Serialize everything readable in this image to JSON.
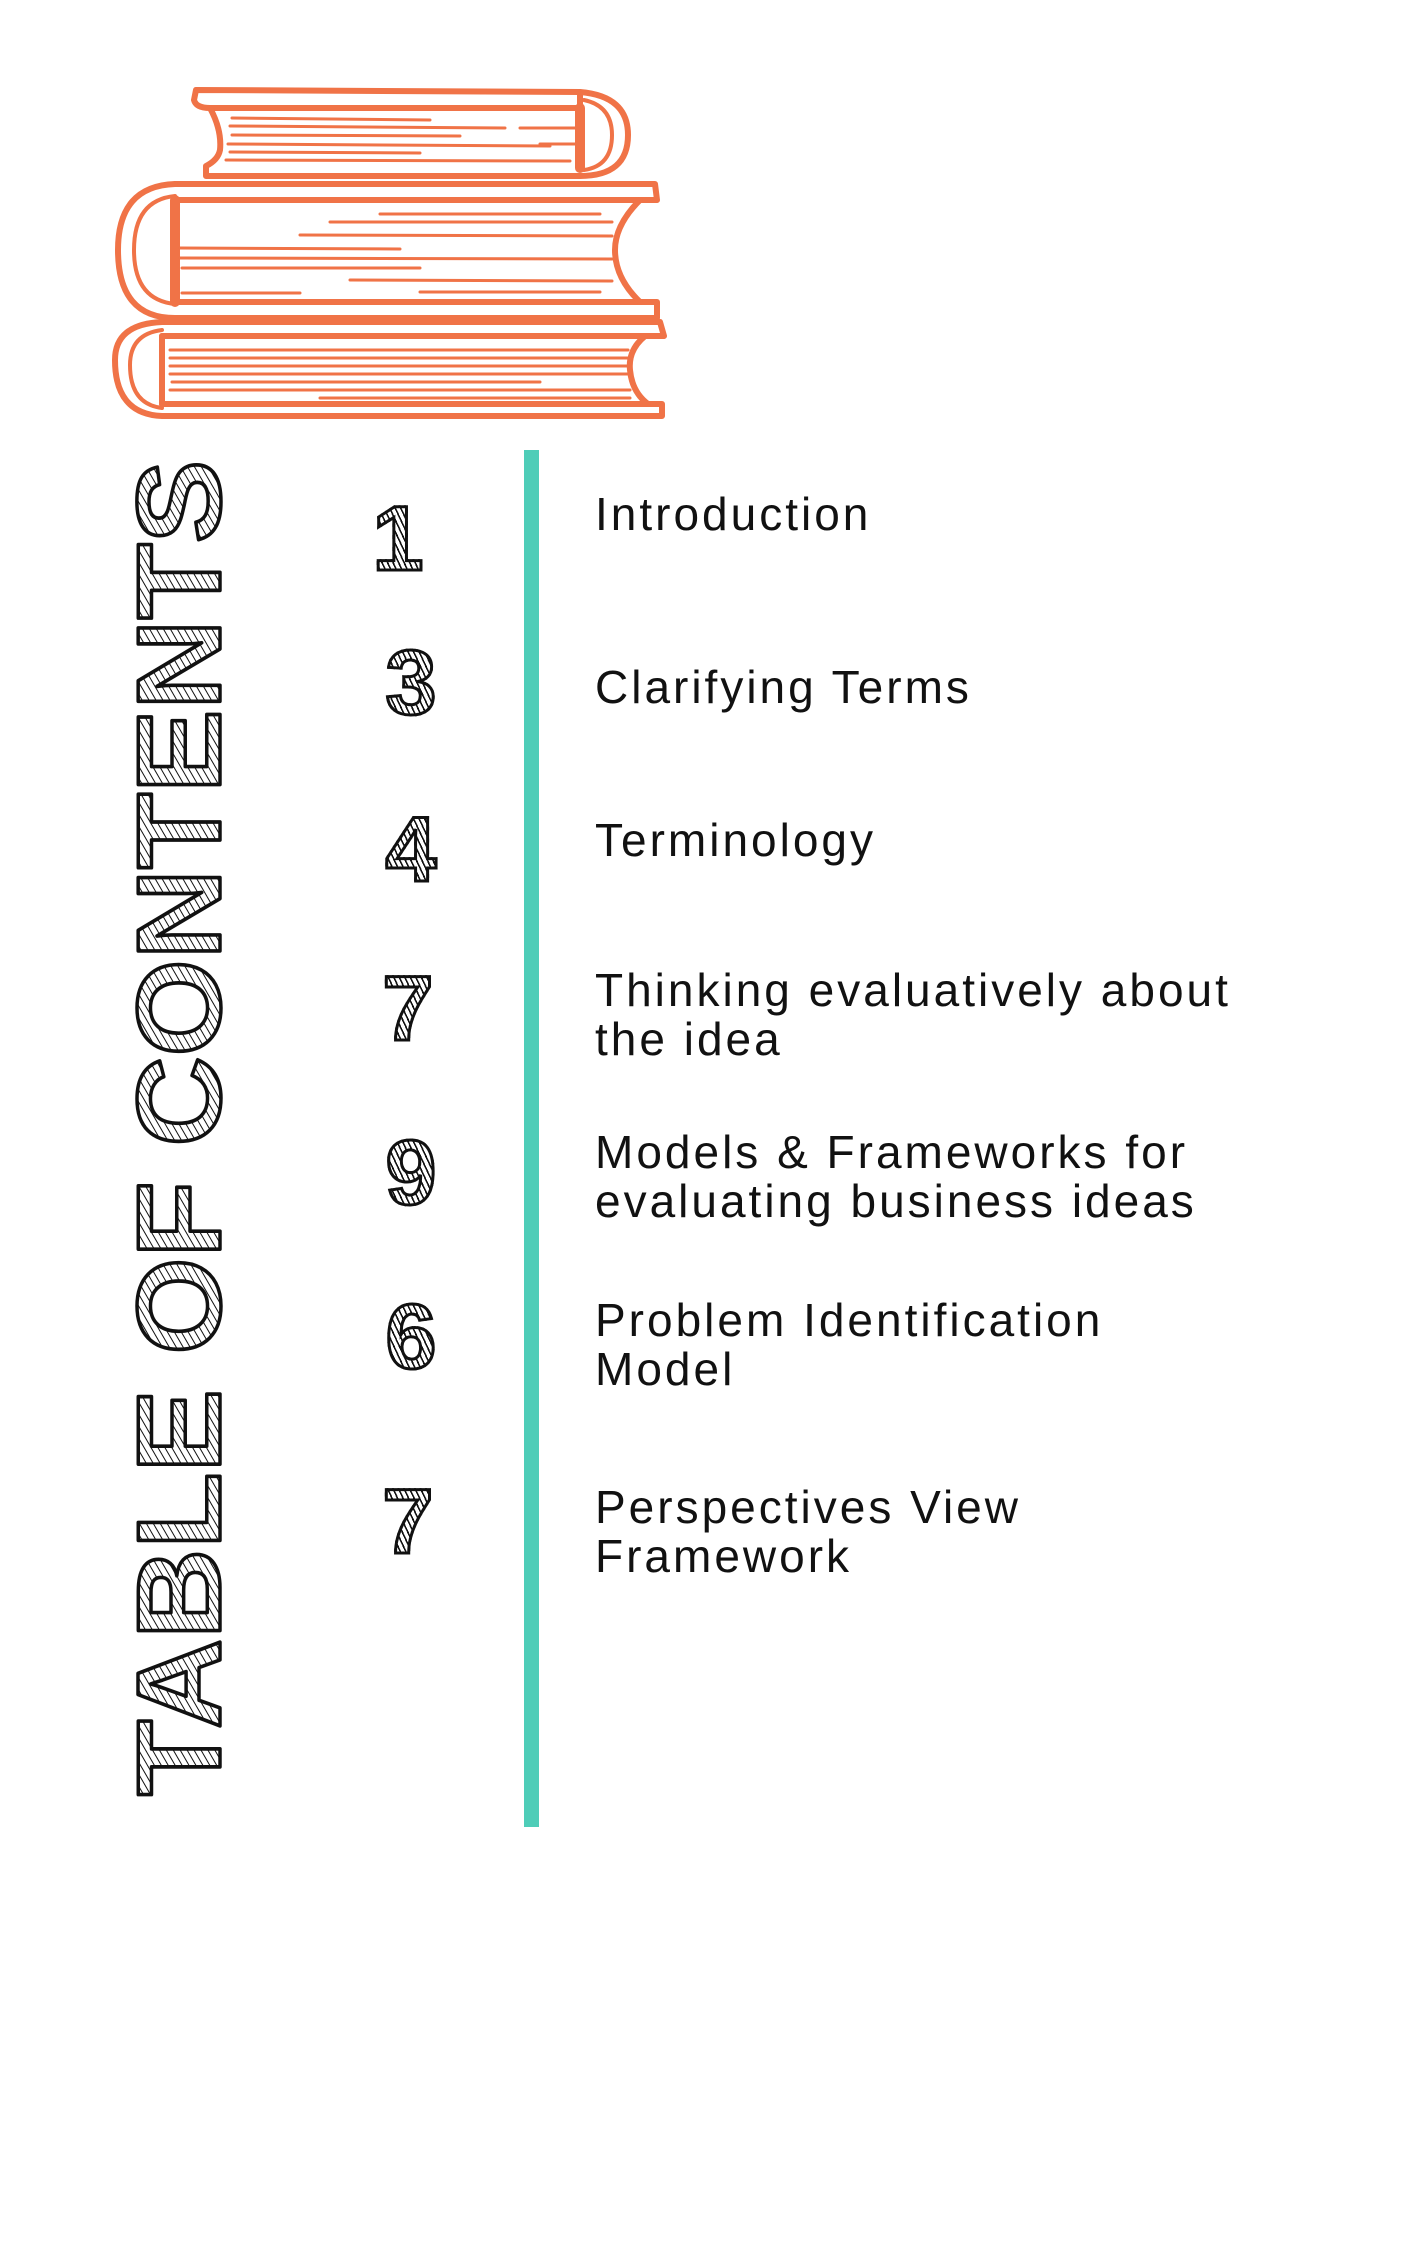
{
  "page": {
    "background": "#ffffff",
    "accent_color": "#4ECDB8",
    "illustration_color": "#F07347",
    "text_color": "#111111"
  },
  "illustration": {
    "icon": "stack-of-books-icon"
  },
  "title": "TABLE OF CONTENTS",
  "toc": {
    "entries": [
      {
        "page": "1",
        "label": "Introduction"
      },
      {
        "page": "3",
        "label": "Clarifying Terms"
      },
      {
        "page": "4",
        "label": "Terminology"
      },
      {
        "page": "7",
        "label": "Thinking evaluatively about\nthe idea"
      },
      {
        "page": "9",
        "label": "Models & Frameworks for\nevaluating business ideas"
      },
      {
        "page": "6",
        "label": "Problem Identification\nModel"
      },
      {
        "page": "7",
        "label": "Perspectives View\nFramework"
      }
    ]
  }
}
